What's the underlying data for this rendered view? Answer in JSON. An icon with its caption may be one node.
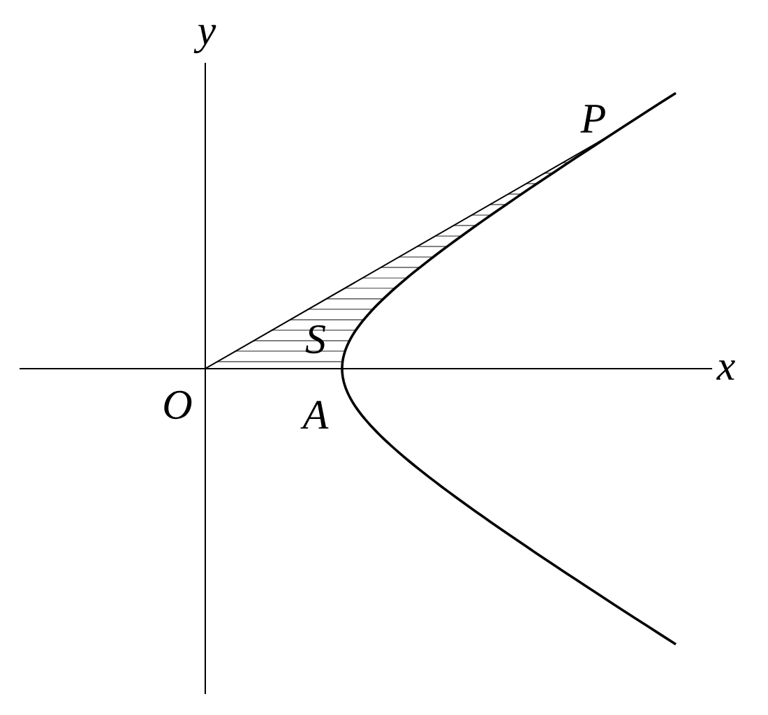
{
  "diagram": {
    "labels": [
      "y",
      "P",
      "S",
      "x",
      "O",
      "A"
    ]
  }
}
